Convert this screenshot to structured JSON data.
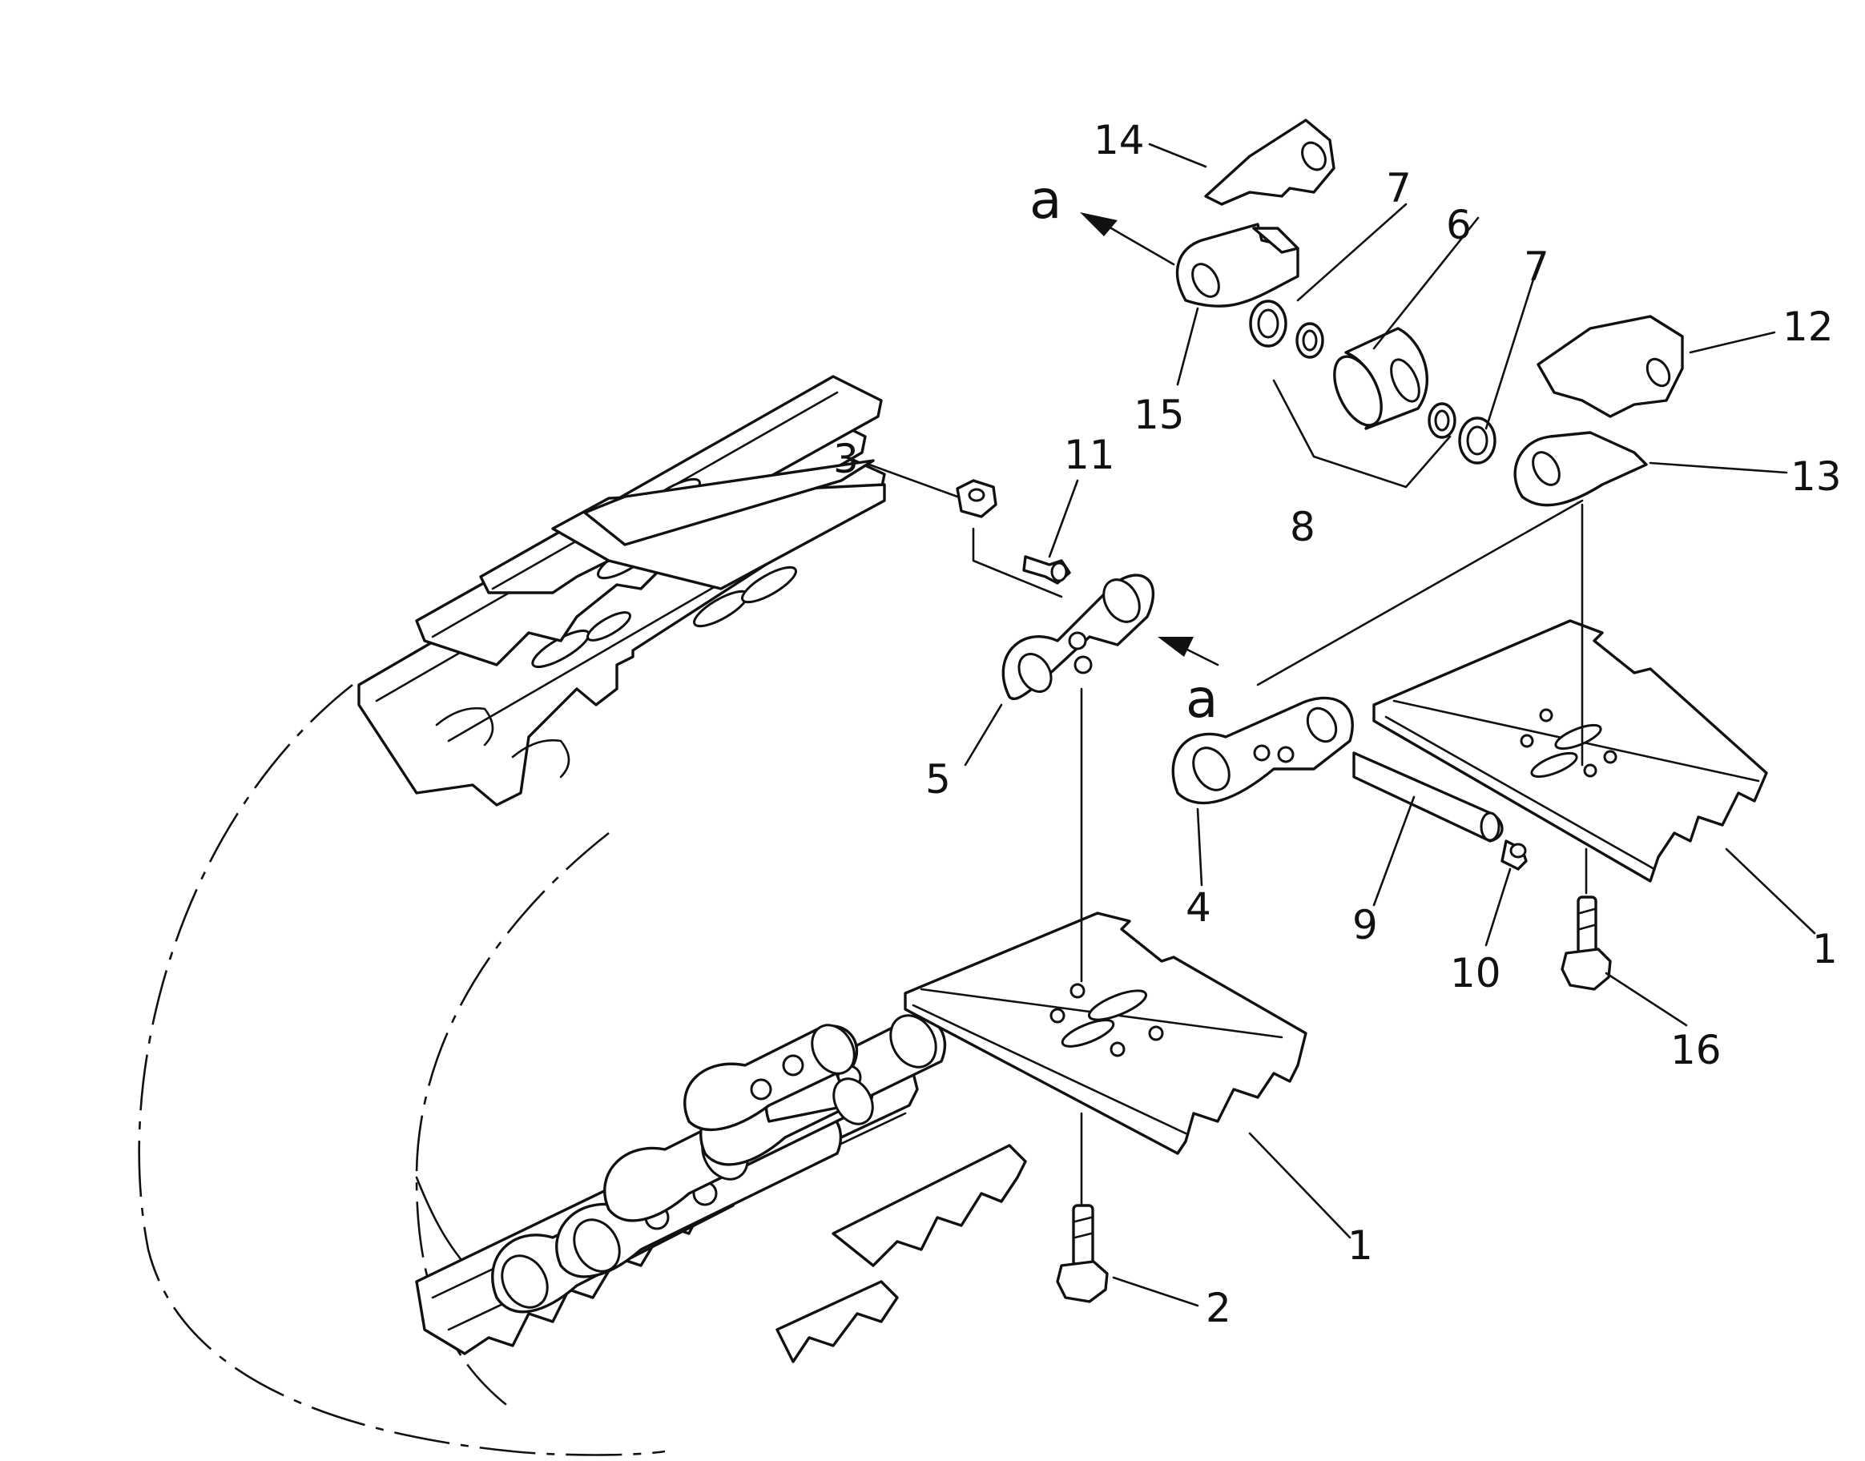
{
  "callouts": {
    "c1a": "1",
    "c1b": "1",
    "c2": "2",
    "c3": "3",
    "c4": "4",
    "c5": "5",
    "c6": "6",
    "c7a": "7",
    "c7b": "7",
    "c8": "8",
    "c9": "9",
    "c10": "10",
    "c11": "11",
    "c12": "12",
    "c13": "13",
    "c14": "14",
    "c15": "15",
    "c16": "16"
  },
  "view_refs": {
    "a_top": "a",
    "a_mid": "a"
  }
}
